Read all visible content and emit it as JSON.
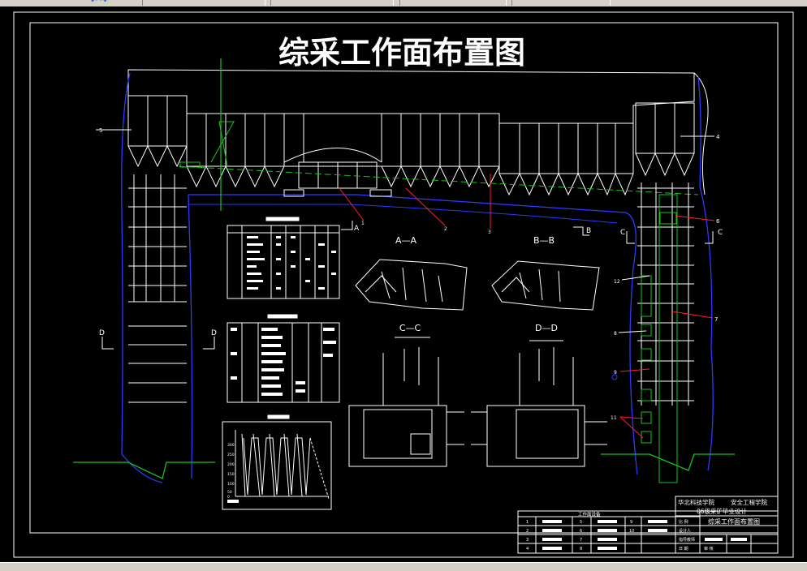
{
  "toolbar": {
    "icons": [
      "undo-icon",
      "redo-icon"
    ]
  },
  "drawing": {
    "title": "综采工作面布置图",
    "colors": {
      "background": "#000000",
      "lines": "#ffffff",
      "roadway": "#2a3bff",
      "green": "#19c319",
      "red": "#ff2020"
    },
    "callouts": [
      "1",
      "2",
      "3",
      "4",
      "5",
      "6",
      "7",
      "8",
      "9",
      "11",
      "12"
    ],
    "section_marks": {
      "a_left": "A",
      "b_right": "B",
      "c_left": "C",
      "c_right": "C",
      "d_left": "D",
      "d_right": "D"
    },
    "section_titles": {
      "aa": "A—A",
      "bb": "B—B",
      "cc": "C—C",
      "dd": "D—D"
    },
    "chart_axis_labels": [
      "300",
      "250",
      "200",
      "150",
      "100",
      "50",
      "0"
    ],
    "title_block": {
      "school": "华北科技学院",
      "dept": "安全工程学院",
      "project": "06级采矿毕业设计",
      "drawing_name": "综采工作面布置图",
      "equipment_header": "工作面设备",
      "row_numbers": [
        "1",
        "2",
        "3",
        "4"
      ],
      "row_numbers_mid": [
        "5",
        "6",
        "7",
        "8"
      ],
      "row_numbers_right": [
        "9",
        "10"
      ],
      "meta_labels": [
        "比 例",
        "设计人",
        "指导教师",
        "审 核",
        "日 期"
      ]
    }
  }
}
